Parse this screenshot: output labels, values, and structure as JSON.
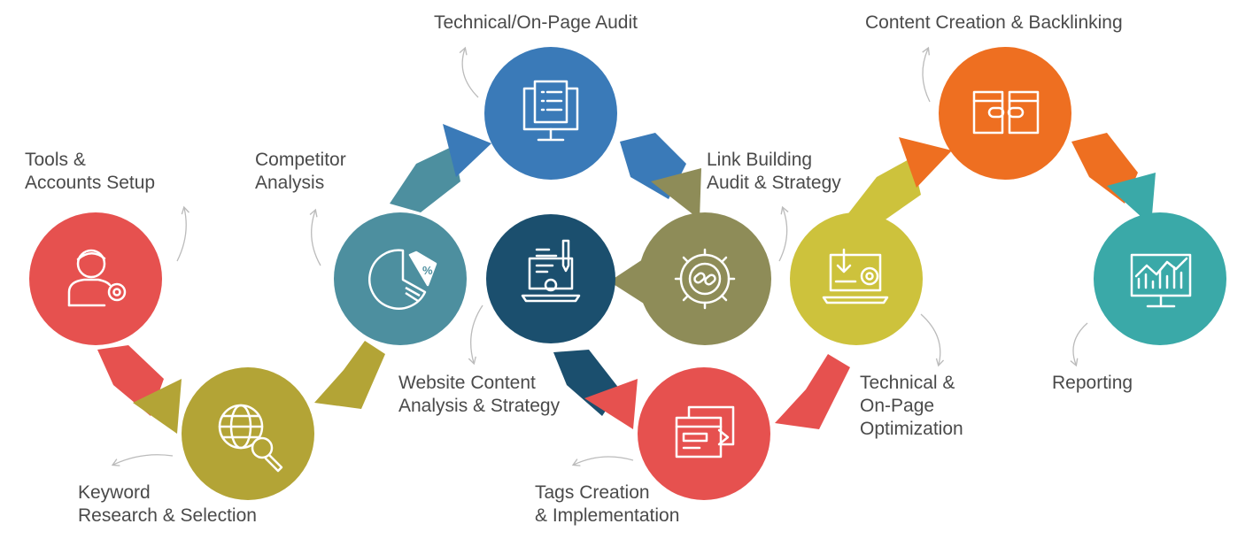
{
  "colors": {
    "red": "#e6514f",
    "olive": "#b3a436",
    "teal": "#4d8f9f",
    "blue": "#3a7ab8",
    "navy": "#1b4f6e",
    "khaki": "#8e8c58",
    "lime": "#cdc23c",
    "orange": "#ee6f21",
    "aqua": "#3aa9a8",
    "text": "#4a4a4a"
  },
  "steps": [
    {
      "id": "tools-accounts-setup",
      "lines": [
        "Tools &",
        "Accounts Setup"
      ],
      "color": "red",
      "icon": "user-gear-icon"
    },
    {
      "id": "keyword-research",
      "lines": [
        "Keyword",
        "Research & Selection"
      ],
      "color": "olive",
      "icon": "globe-search-icon"
    },
    {
      "id": "competitor-analysis",
      "lines": [
        "Competitor",
        "Analysis"
      ],
      "color": "teal",
      "icon": "pie-chart-percent-icon"
    },
    {
      "id": "technical-onpage-audit",
      "lines": [
        "Technical/On-Page Audit"
      ],
      "color": "blue",
      "icon": "monitor-checklist-icon"
    },
    {
      "id": "website-content-analysis",
      "lines": [
        "Website Content",
        "Analysis & Strategy"
      ],
      "color": "navy",
      "icon": "laptop-code-icon"
    },
    {
      "id": "link-building-audit",
      "lines": [
        "Link Building",
        "Audit & Strategy"
      ],
      "color": "khaki",
      "icon": "gear-link-icon"
    },
    {
      "id": "tags-creation",
      "lines": [
        "Tags Creation",
        "& Implementation"
      ],
      "color": "red",
      "icon": "browser-windows-icon"
    },
    {
      "id": "technical-onpage-optimization",
      "lines": [
        "Technical &",
        "On-Page",
        "Optimization"
      ],
      "color": "lime",
      "icon": "laptop-download-gear-icon"
    },
    {
      "id": "content-backlinking",
      "lines": [
        "Content Creation & Backlinking"
      ],
      "color": "orange",
      "icon": "linked-windows-icon"
    },
    {
      "id": "reporting",
      "lines": [
        "Reporting"
      ],
      "color": "aqua",
      "icon": "monitor-line-chart-icon"
    }
  ]
}
